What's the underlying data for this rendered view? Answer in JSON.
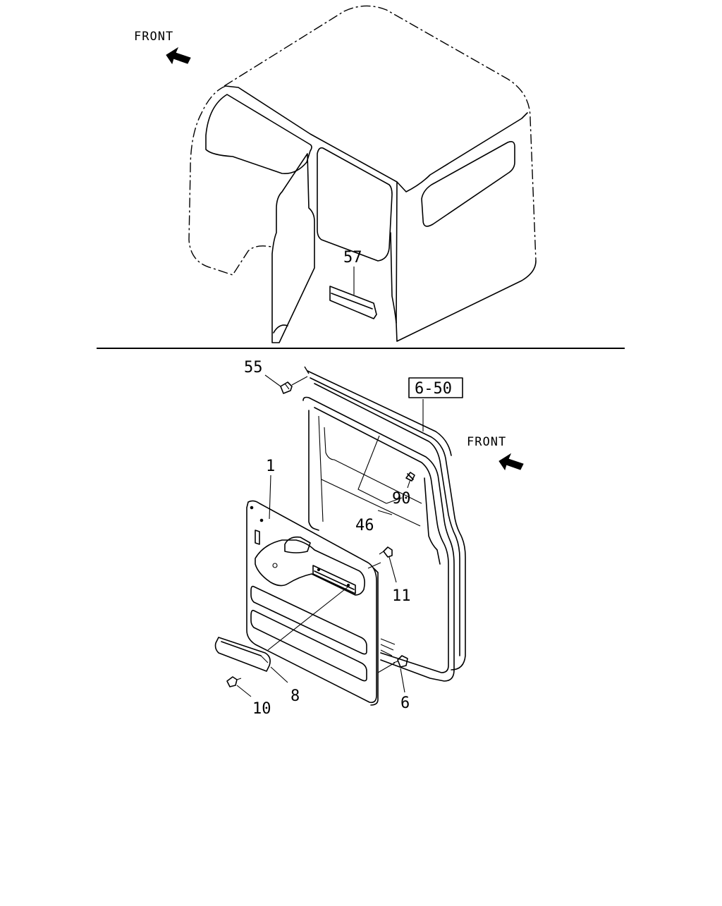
{
  "diagram": {
    "front_top": "FRONT",
    "front_bottom": "FRONT",
    "ref_box": "6-50",
    "callouts": {
      "c57": "57",
      "c55": "55",
      "c1": "1",
      "c90": "90",
      "c46": "46",
      "c11": "11",
      "c8": "8",
      "c6": "6",
      "c10": "10"
    },
    "icons": {
      "front_arrow": "front-arrow-icon"
    }
  }
}
